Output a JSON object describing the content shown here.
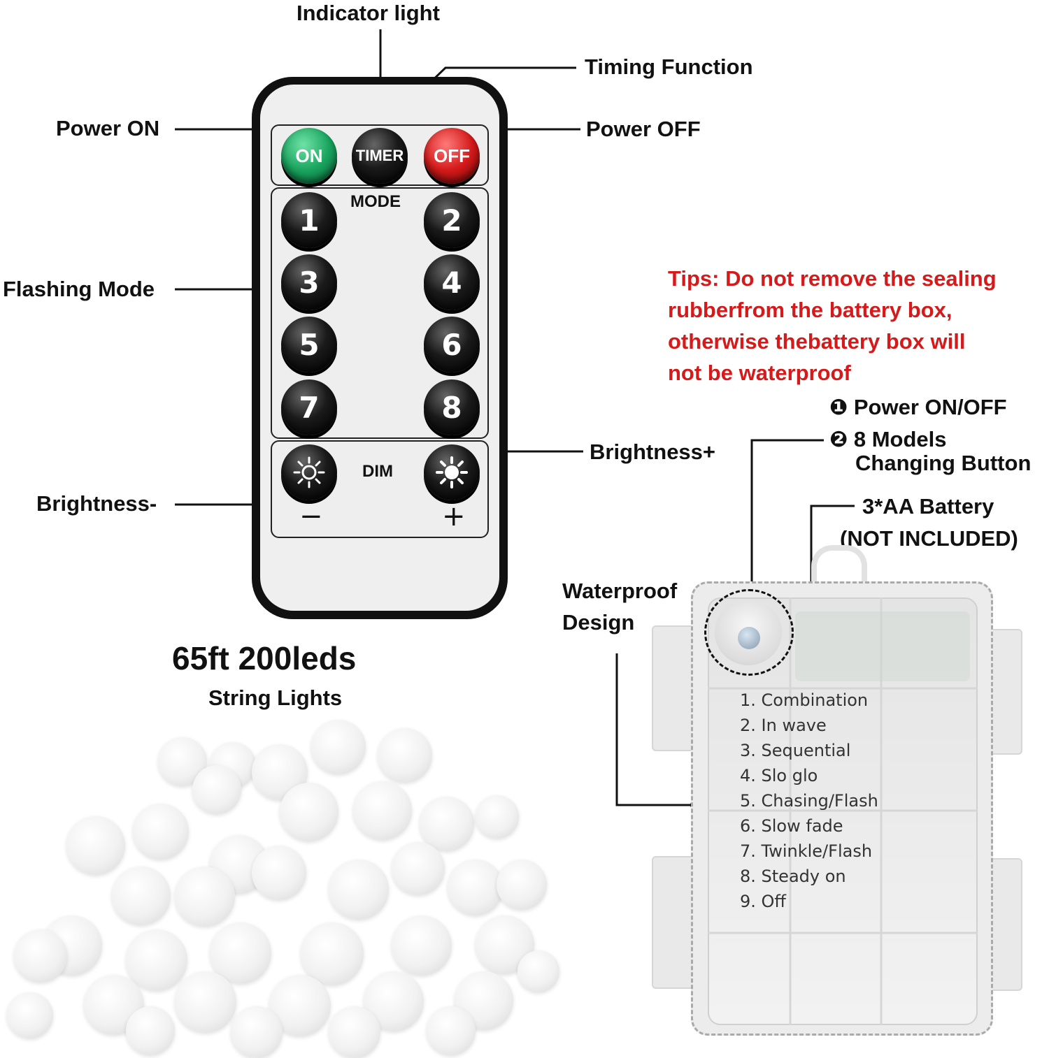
{
  "remote": {
    "top_row": {
      "on": "ON",
      "timer": "TIMER",
      "off": "OFF"
    },
    "mode_label": "MODE",
    "mode_buttons": [
      "1",
      "2",
      "3",
      "4",
      "5",
      "6",
      "7",
      "8"
    ],
    "dim_label": "DIM",
    "minus": "−",
    "plus": "+"
  },
  "callouts": {
    "indicator_light": "Indicator light",
    "timing_function": "Timing Function",
    "power_on": "Power ON",
    "power_off": "Power OFF",
    "flashing_mode": "Flashing Mode",
    "brightness_plus": "Brightness+",
    "brightness_minus": "Brightness-"
  },
  "tips": [
    "Tips: Do not remove the sealing",
    "rubberfrom the battery box,",
    "otherwise thebattery box will",
    "not be waterproof"
  ],
  "battery_box": {
    "feature_1_marker": "❶",
    "feature_1": "Power ON/OFF",
    "feature_2_marker": "❷",
    "feature_2_line1": "8 Models",
    "feature_2_line2": "Changing Button",
    "battery_line1": "3*AA Battery",
    "battery_line2": "(NOT INCLUDED)",
    "waterproof_line1": "Waterproof",
    "waterproof_line2": "Design",
    "modes": [
      "1. Combination",
      "2. In wave",
      "3. Sequential",
      "4. Slo glo",
      "5. Chasing/Flash",
      "6. Slow fade",
      "7. Twinkle/Flash",
      "8. Steady on",
      "9. Off"
    ]
  },
  "product": {
    "title": "65ft 200leds",
    "subtitle": "String Lights"
  },
  "colors": {
    "tips_red": "#d41a1a",
    "on_green": "#1aa45f",
    "off_red": "#d41a1a",
    "remote_body": "#111111"
  }
}
